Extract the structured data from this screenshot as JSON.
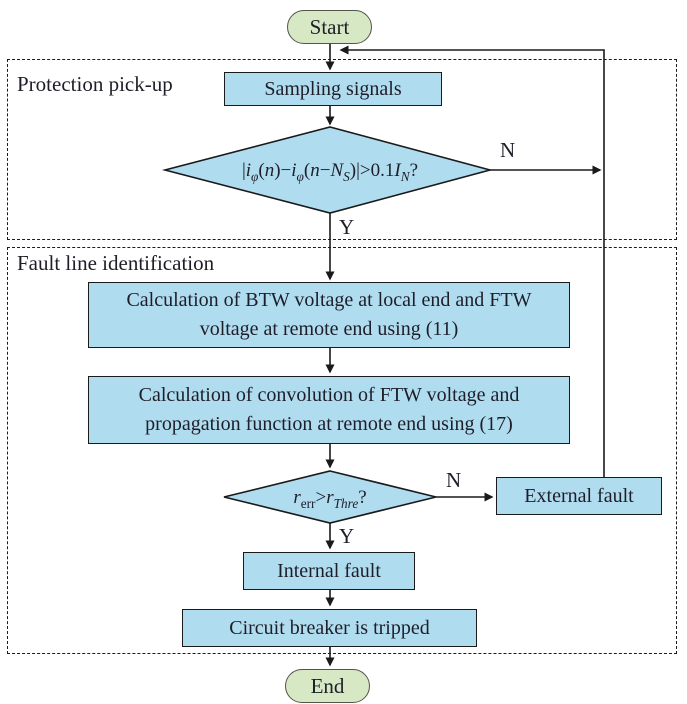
{
  "colors": {
    "node_fill": "#b0dcf0",
    "node_border": "#1a1a1a",
    "terminal_fill": "#d6e8c4",
    "terminal_border": "#52554a",
    "text": "#1e1e28",
    "line": "#1a1a1a",
    "background": "#ffffff"
  },
  "sections": {
    "protection": {
      "label": "Protection pick-up"
    },
    "fault_line": {
      "label": "Fault line identification"
    }
  },
  "nodes": {
    "start": {
      "label": "Start",
      "type": "terminal"
    },
    "sampling": {
      "label": "Sampling signals",
      "type": "process"
    },
    "decision1": {
      "label_html": "|<i>i</i><sub><i>φ</i></sub>(<i>n</i>)−<i>i</i><sub><i>φ</i></sub>(<i>n</i>−<i>N<sub>S</sub></i>)|&gt;0.1<i>I<sub>N</sub></i>?",
      "type": "decision"
    },
    "calc_btw": {
      "label": "Calculation of BTW voltage at local end and FTW voltage at remote end using (11)",
      "type": "process"
    },
    "calc_conv": {
      "label": "Calculation of convolution of FTW voltage and propagation function at remote end using (17)",
      "type": "process"
    },
    "decision2": {
      "label_html": "<i>r</i><sub>err</sub>&gt;<i>r</i><sub><i>Thre</i></sub>?",
      "type": "decision"
    },
    "external": {
      "label": "External fault",
      "type": "process"
    },
    "internal": {
      "label": "Internal fault",
      "type": "process"
    },
    "breaker": {
      "label": "Circuit breaker is tripped",
      "type": "process"
    },
    "end": {
      "label": "End",
      "type": "terminal"
    }
  },
  "edge_labels": {
    "decision1_no": "N",
    "decision1_yes": "Y",
    "decision2_no": "N",
    "decision2_yes": "Y"
  }
}
